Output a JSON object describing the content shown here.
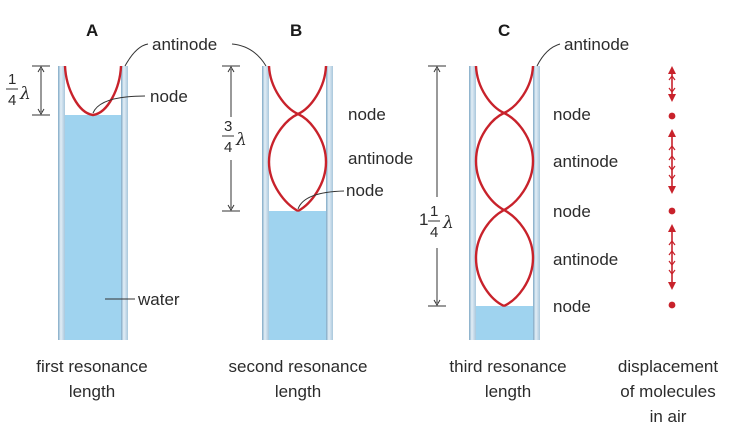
{
  "panels": [
    {
      "letter": "A",
      "caption_line1": "first resonance",
      "caption_line2": "length",
      "fraction_num": "1",
      "fraction_den": "4",
      "whole": "",
      "lambda": "λ",
      "labels": {
        "antinode": "antinode",
        "node": "node",
        "water": "water"
      }
    },
    {
      "letter": "B",
      "caption_line1": "second resonance",
      "caption_line2": "length",
      "fraction_num": "3",
      "fraction_den": "4",
      "whole": "",
      "lambda": "λ",
      "labels": {
        "node1": "node",
        "antinode": "antinode",
        "node2": "node"
      }
    },
    {
      "letter": "C",
      "caption_line1": "third resonance",
      "caption_line2": "length",
      "fraction_num": "1",
      "fraction_den": "4",
      "whole": "1",
      "lambda": "λ",
      "labels": {
        "antinode_top": "antinode",
        "node1": "node",
        "antinode1": "antinode",
        "node2": "node",
        "antinode2": "antinode",
        "node3": "node"
      }
    }
  ],
  "legend": {
    "line1": "displacement",
    "line2": "of molecules",
    "line3": "in air"
  },
  "colors": {
    "wave": "#c8222b",
    "water": "#9fd3ef",
    "tube": "#c9dbe8"
  }
}
